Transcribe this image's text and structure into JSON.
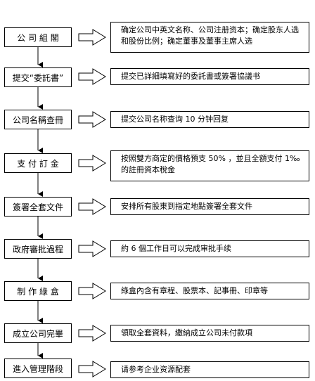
{
  "steps": [
    {
      "name": "公 司 組 閣",
      "desc": "确定公司中英文名称、公司注册资本；确定股东人选和股份比例；确定董事及董事主席人选"
    },
    {
      "name": "提交“委託書”",
      "desc": "提交已詳細填寫好的委託書或簽署協議书"
    },
    {
      "name": "公司名稱查冊",
      "desc": "提交公司名称查询 10 分钟回复"
    },
    {
      "name": "支 付 訂 金",
      "desc": "按照雙方商定的價格預支 50% ，並且全額支付 1‰的註冊資本稅金"
    },
    {
      "name": "簽署全套文件",
      "desc": "安排所有股東到指定地點簽署全套文件"
    },
    {
      "name": "政府審批過程",
      "desc": "約 6 個工作日可以完成审批手续"
    },
    {
      "name": "制 作 綠 盒",
      "desc": "綠盒內含有章程、股票本、記事冊、印章等"
    },
    {
      "name": "成立公司完畢",
      "desc": "領取全套資料，繳納成立公司未付款項"
    },
    {
      "name": "進入管理階段",
      "desc": "请参考企业资源配套"
    }
  ]
}
